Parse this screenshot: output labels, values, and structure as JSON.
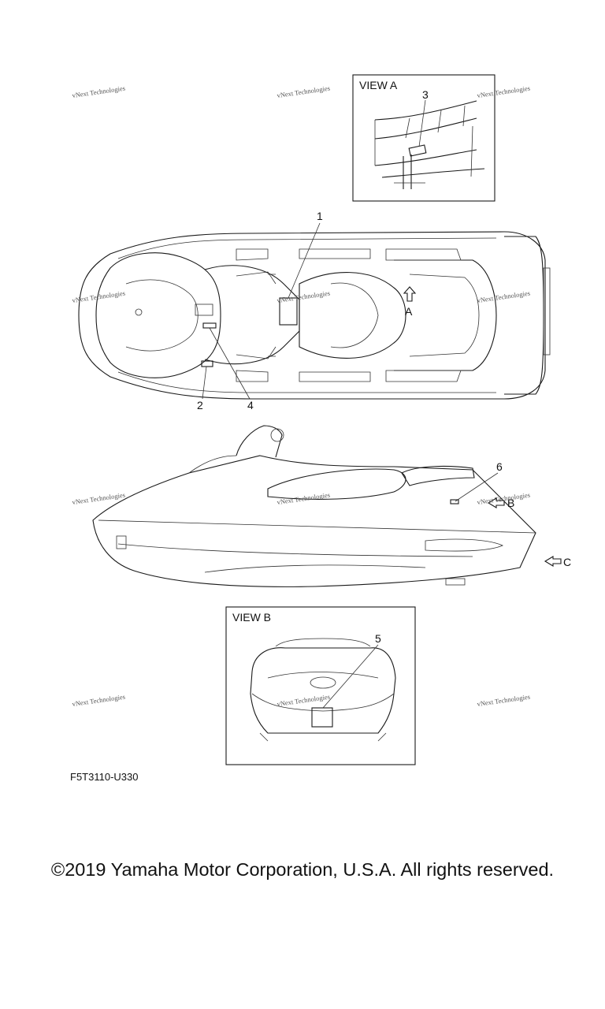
{
  "views": {
    "view_a": {
      "title": "VIEW A",
      "callout": "3"
    },
    "view_b": {
      "title": "VIEW B",
      "callout": "5"
    }
  },
  "top_view": {
    "callouts": [
      "1",
      "2",
      "4"
    ],
    "arrow_label": "A"
  },
  "side_view": {
    "callouts": [
      "6"
    ],
    "arrow_b_label": "B",
    "arrow_c_label": "C"
  },
  "watermark": {
    "text": "vNext Technologies"
  },
  "part_code": "F5T3110-U330",
  "copyright": "©2019 Yamaha Motor Corporation, U.S.A. All rights reserved."
}
